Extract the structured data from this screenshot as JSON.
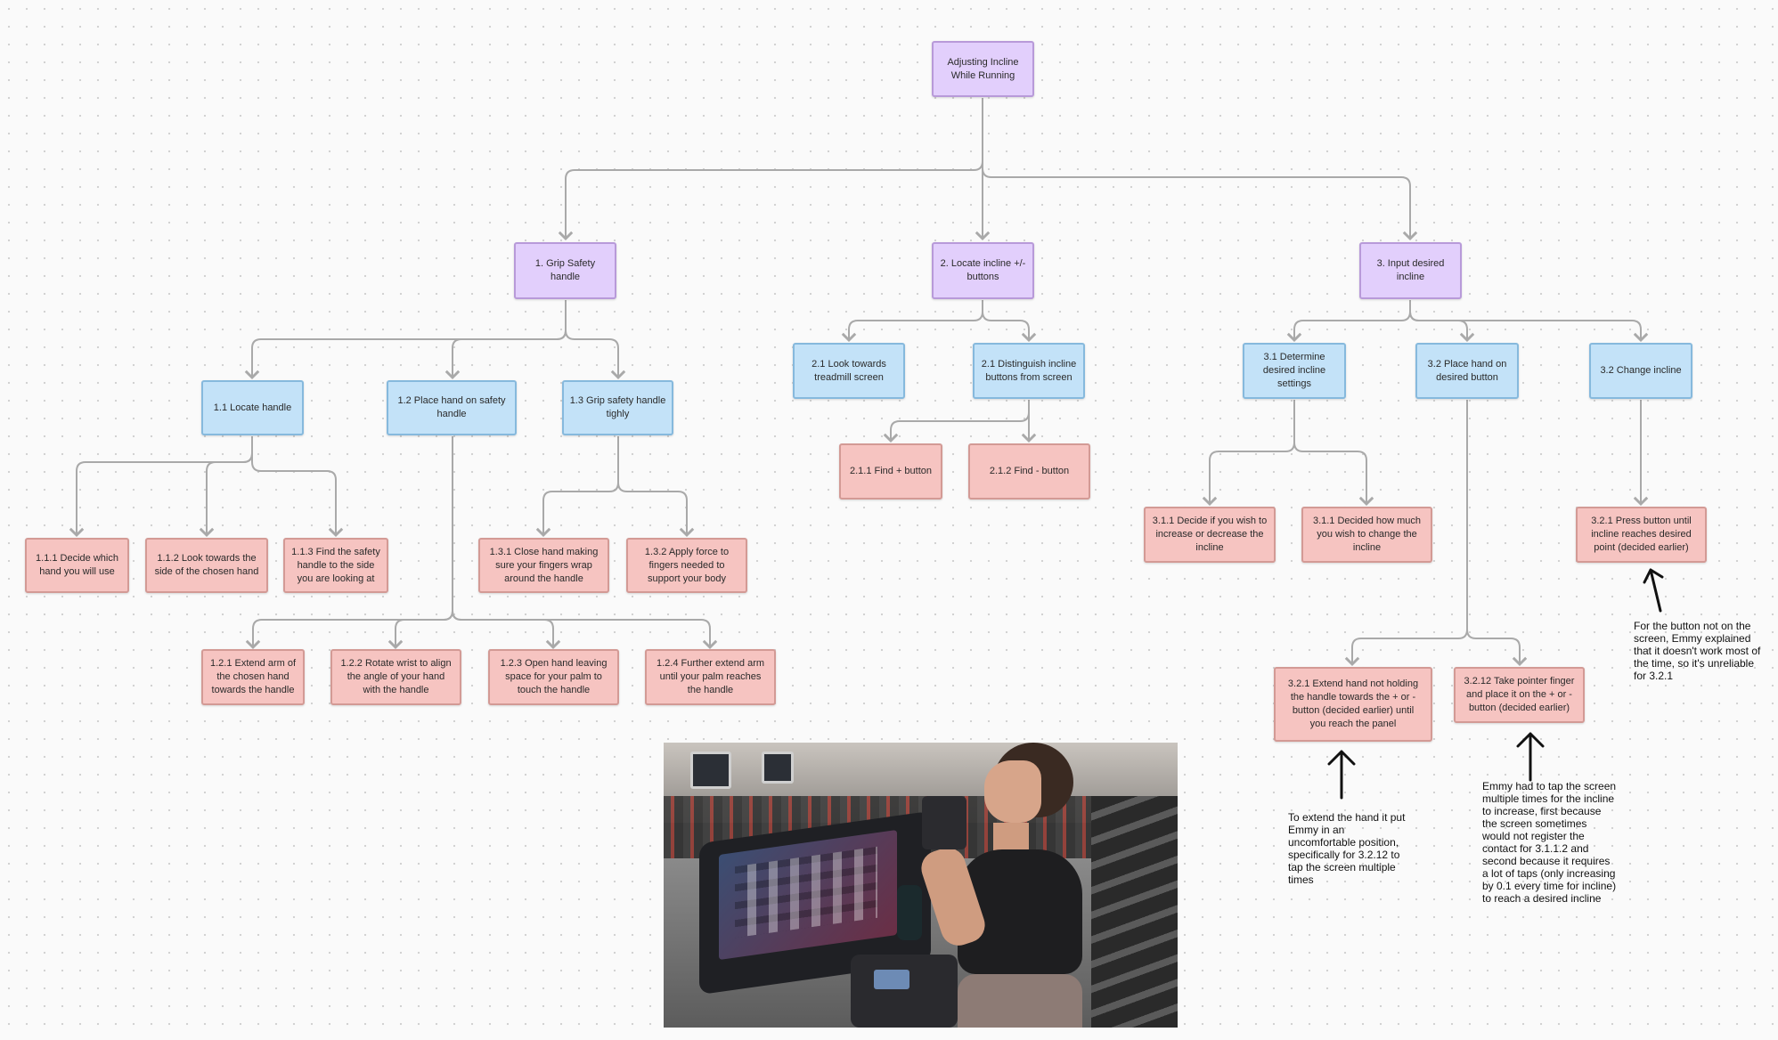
{
  "nodes": {
    "root": "Adjusting Incline While Running",
    "n1": "1. Grip Safety handle",
    "n2": "2. Locate incline +/- buttons",
    "n3": "3. Input desired incline",
    "n1_1": "1.1 Locate handle",
    "n1_2": "1.2 Place hand on safety handle",
    "n1_3": "1.3 Grip safety handle tighly",
    "n2_1a": "2.1 Look towards treadmill screen",
    "n2_1b": "2.1 Distinguish incline buttons from screen",
    "n3_1": "3.1 Determine desired incline settings",
    "n3_2": "3.2 Place hand on desired button",
    "n3_2b": "3.2 Change incline",
    "n1_1_1": "1.1.1 Decide which hand you will use",
    "n1_1_2": "1.1.2 Look towards the side of the chosen hand",
    "n1_1_3": "1.1.3 Find the safety handle to the side you are looking at",
    "n1_3_1": "1.3.1 Close hand making sure your fingers wrap around the handle",
    "n1_3_2": "1.3.2 Apply force to fingers needed to support your body",
    "n2_1_1": "2.1.1 Find + button",
    "n2_1_2": "2.1.2 Find - button",
    "n3_1_1a": "3.1.1 Decide if you wish to increase or decrease the incline",
    "n3_1_1b": "3.1.1 Decided how much you wish to change the incline",
    "n3_2_1_note_target": "3.2.1 Press button until incline reaches desired point (decided earlier)",
    "n1_2_1": "1.2.1 Extend arm of the chosen hand towards the handle",
    "n1_2_2": "1.2.2 Rotate wrist to align the angle of your hand with the handle",
    "n1_2_3": "1.2.3 Open hand leaving space for your palm to touch the handle",
    "n1_2_4": "1.2.4 Further extend arm until your palm reaches the handle",
    "n3_2_1": "3.2.1 Extend hand not holding the handle towards the + or - button (decided earlier)  until you reach the panel",
    "n3_2_12": "3.2.12 Take pointer finger and place it on the + or - button (decided earlier)"
  },
  "notes": {
    "note_321": "For the button not on the screen, Emmy explained that it doesn't work most of the time, so it's unreliable for 3.2.1",
    "note_extend": "To extend the hand it put Emmy in an uncomfortable position, specifically for 3.2.12 to tap the screen multiple times",
    "note_tap": "Emmy had to tap the screen multiple times for the incline to increase, first because the screen sometimes would not register the contact for 3.1.1.2 and second because it requires a lot of taps (only increasing by 0.1 every time for incline) to reach a desired incline"
  },
  "colors": {
    "purple_fill": "#e2cffc",
    "blue_fill": "#c3e2f8",
    "red_fill": "#f6c4c1",
    "connector": "#a9a9a9"
  },
  "photo": {
    "icon": "treadmill-photo"
  }
}
